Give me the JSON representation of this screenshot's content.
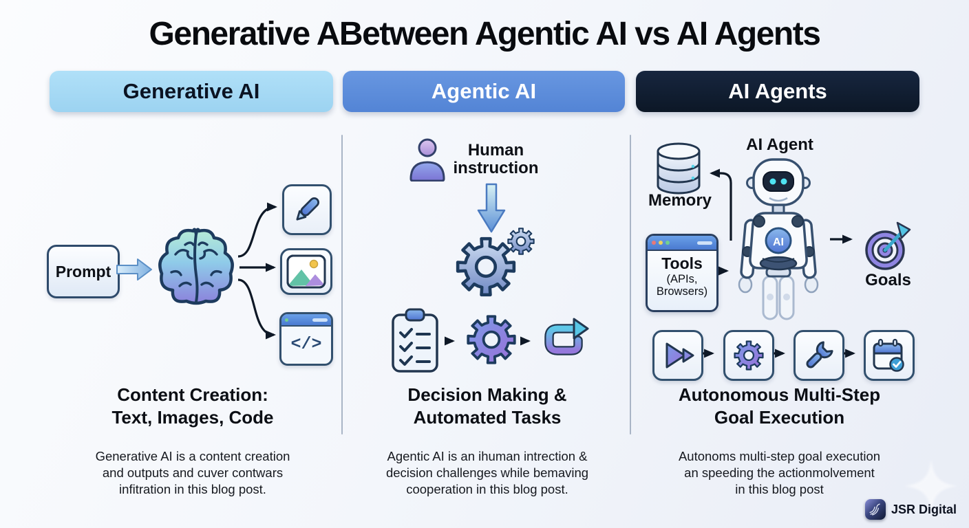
{
  "title": "Generative ABetween Agentic AI vs AI Agents",
  "col1": {
    "header": "Generative AI",
    "prompt_label": "Prompt",
    "code_glyph": "</>",
    "heading1": "Content Creation:",
    "heading2": "Text, Images, Code",
    "body1": "Generative AI is a content creation",
    "body2": "and outputs and cuver contwars",
    "body3": "infitration in this blog post."
  },
  "col2": {
    "header": "Agentic AI",
    "human_line1": "Human",
    "human_line2": "instruction",
    "heading1": "Decision Making &",
    "heading2": "Automated Tasks",
    "body1": "Agentic AI is an ihuman intrection &",
    "body2": "decision challenges while bemaving",
    "body3": "cooperation in this blog post."
  },
  "col3": {
    "header": "AI Agents",
    "agent_label": "AI Agent",
    "memory_label": "Memory",
    "tools_label": "Tools",
    "tools_sub1": "(APIs,",
    "tools_sub2": "Browsers)",
    "robot_badge": "AI",
    "goals_label": "Goals",
    "heading1": "Autonomous Multi-Step",
    "heading2": "Goal Execution",
    "body1": "Autonoms multi-step goal execution",
    "body2": "an speeding the actionmolvement",
    "body3": "in this blog post"
  },
  "footer": {
    "brand": "JSR Digital"
  },
  "colors": {
    "header1_bg": "#a4daf4",
    "header2_bg": "#5e8fdc",
    "header3_bg": "#111e33",
    "outline_navy": "#22364f",
    "arrow_dark": "#0e1826",
    "gear_steel": "#7089c4",
    "gear_purple": "#9a6fd8",
    "brain_top": "#b7ecd6",
    "brain_bottom": "#8b82dc"
  },
  "icons": {
    "col1": [
      "brain-icon",
      "pen-icon",
      "image-icon",
      "code-icon"
    ],
    "col2": [
      "person-icon",
      "down-arrow-icon",
      "gear-duo-icon",
      "checklist-icon",
      "gear-icon",
      "loop-icon"
    ],
    "col3": [
      "database-icon",
      "robot-icon",
      "browser-tools-icon",
      "target-icon",
      "play-icon",
      "gear-icon",
      "wrench-icon",
      "calendar-icon"
    ],
    "footer": [
      "jsr-logo",
      "sparkle-icon"
    ]
  }
}
